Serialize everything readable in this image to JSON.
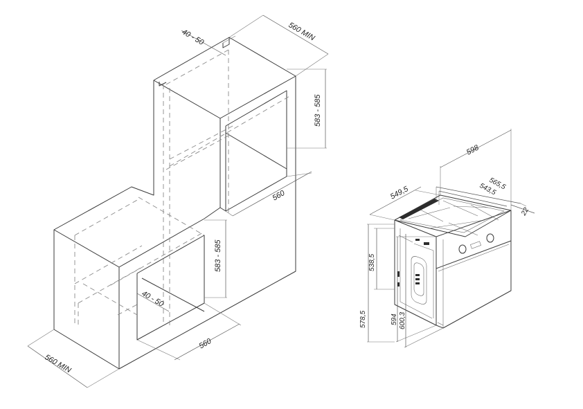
{
  "cabinet": {
    "top_width": "560 MIN",
    "top_gap": "40 - 50",
    "upper_height": "583 - 585",
    "upper_depth": "560",
    "lower_height": "583 - 585",
    "lower_gap": "40 - 50",
    "lower_depth": "560",
    "base_width": "560 MIN"
  },
  "oven": {
    "overall_width": "598",
    "depth_outer": "565,5",
    "depth_inner": "543,5",
    "front_thickness": "22",
    "body_width": "549,5",
    "body_height": "538,5",
    "total_height": "578,5",
    "front_height": "594",
    "door_height": "600,3"
  }
}
